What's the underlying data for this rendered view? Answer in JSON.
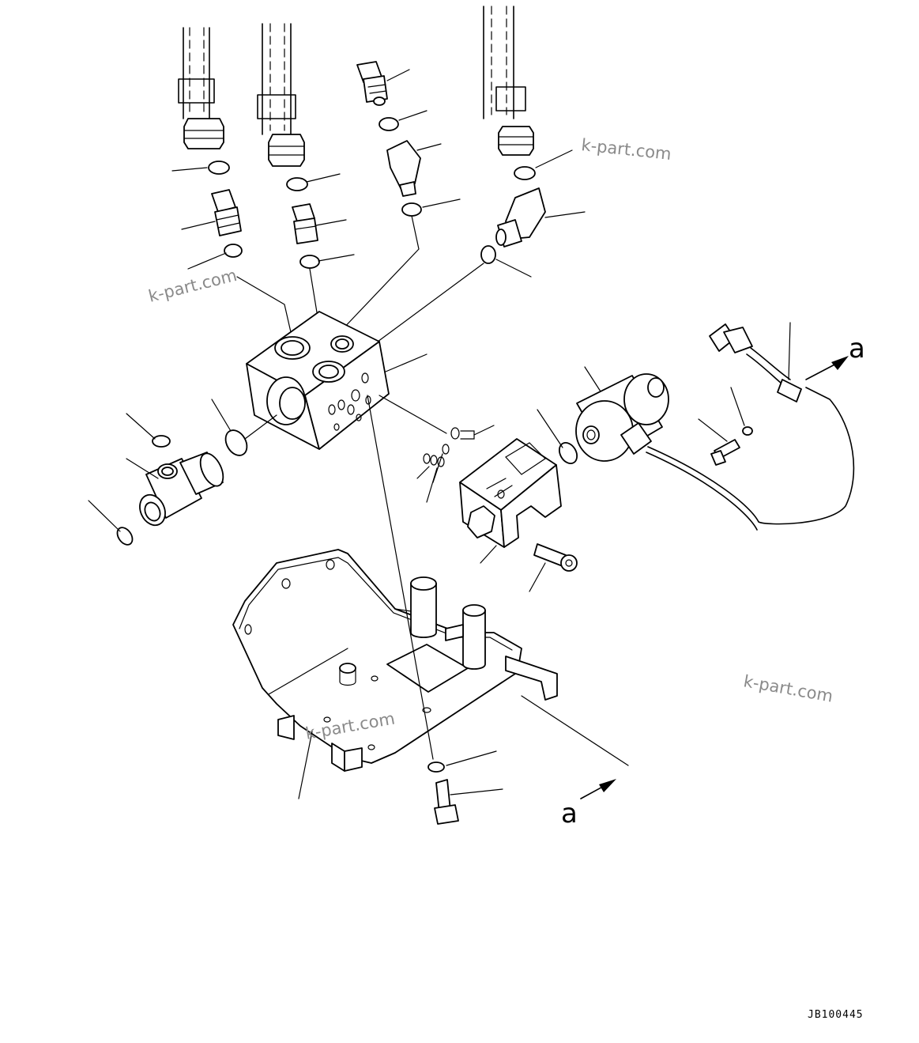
{
  "diagram": {
    "callout_label": "a",
    "drawing_code": "JB100445",
    "watermark": "k-part.com"
  },
  "colors": {
    "line": "#000000",
    "watermark": "#8a8a8a",
    "background": "#ffffff"
  }
}
